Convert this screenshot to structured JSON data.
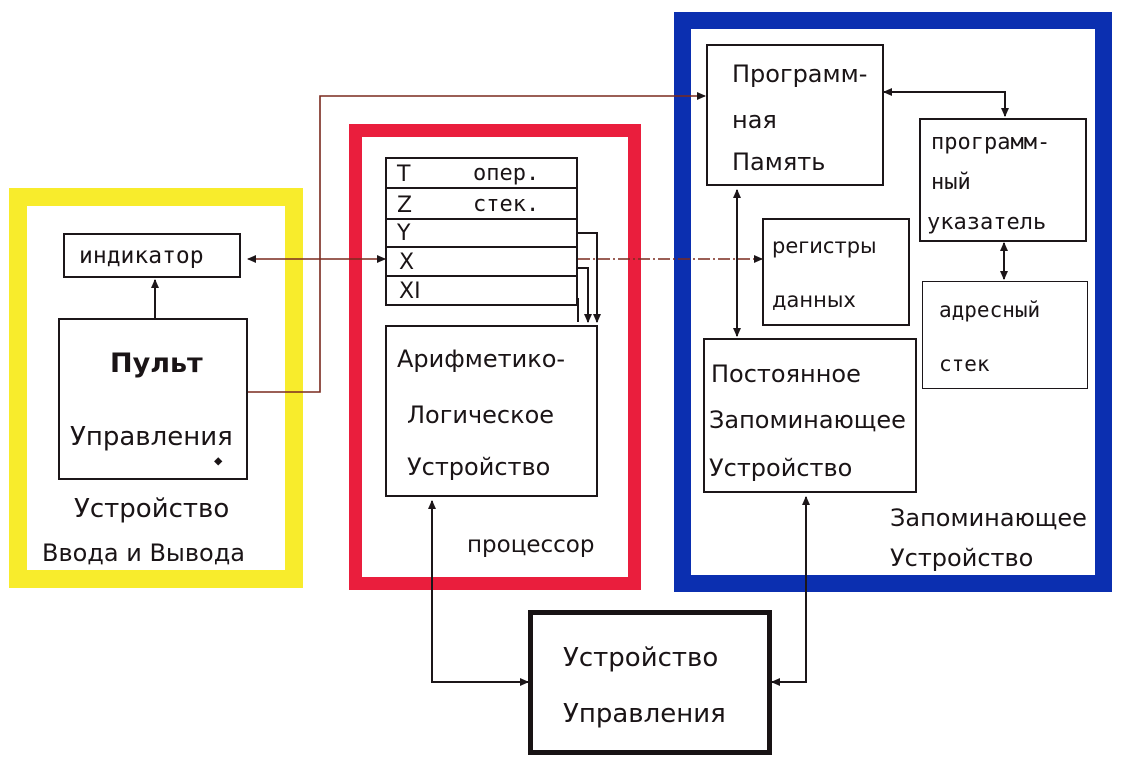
{
  "colors": {
    "io": "#f8ec2c",
    "cpu": "#ea1e3d",
    "mem": "#0b2fb0",
    "ctl": "#181314",
    "line": "#1c1619",
    "wire": "#7a2a1e"
  },
  "io": {
    "indicator": "индикатор",
    "panel": [
      "Пульт",
      "Управления"
    ],
    "title": [
      "Устройство",
      "Ввода и Вывода"
    ]
  },
  "cpu": {
    "registers": [
      {
        "name": "T",
        "desc": "опер."
      },
      {
        "name": "Z",
        "desc": "стек."
      },
      {
        "name": "Y",
        "desc": ""
      },
      {
        "name": "X",
        "desc": ""
      },
      {
        "name": "XI",
        "desc": ""
      }
    ],
    "alu": [
      "Арифметико-",
      "Логическое",
      "Устройство"
    ],
    "label": "процессор"
  },
  "memory": {
    "program_memory": [
      "Программ-",
      "ная",
      "Память"
    ],
    "program_pointer": [
      "программ-",
      "ный",
      "указатель"
    ],
    "data_registers": [
      "регистры",
      "данных"
    ],
    "address_stack": [
      "адресный",
      "стек"
    ],
    "rom": [
      "Постоянное",
      "Запоминающее",
      "Устройство"
    ],
    "title": [
      "Запоминающее",
      "Устройство"
    ]
  },
  "control": [
    "Устройство",
    "Управления"
  ]
}
